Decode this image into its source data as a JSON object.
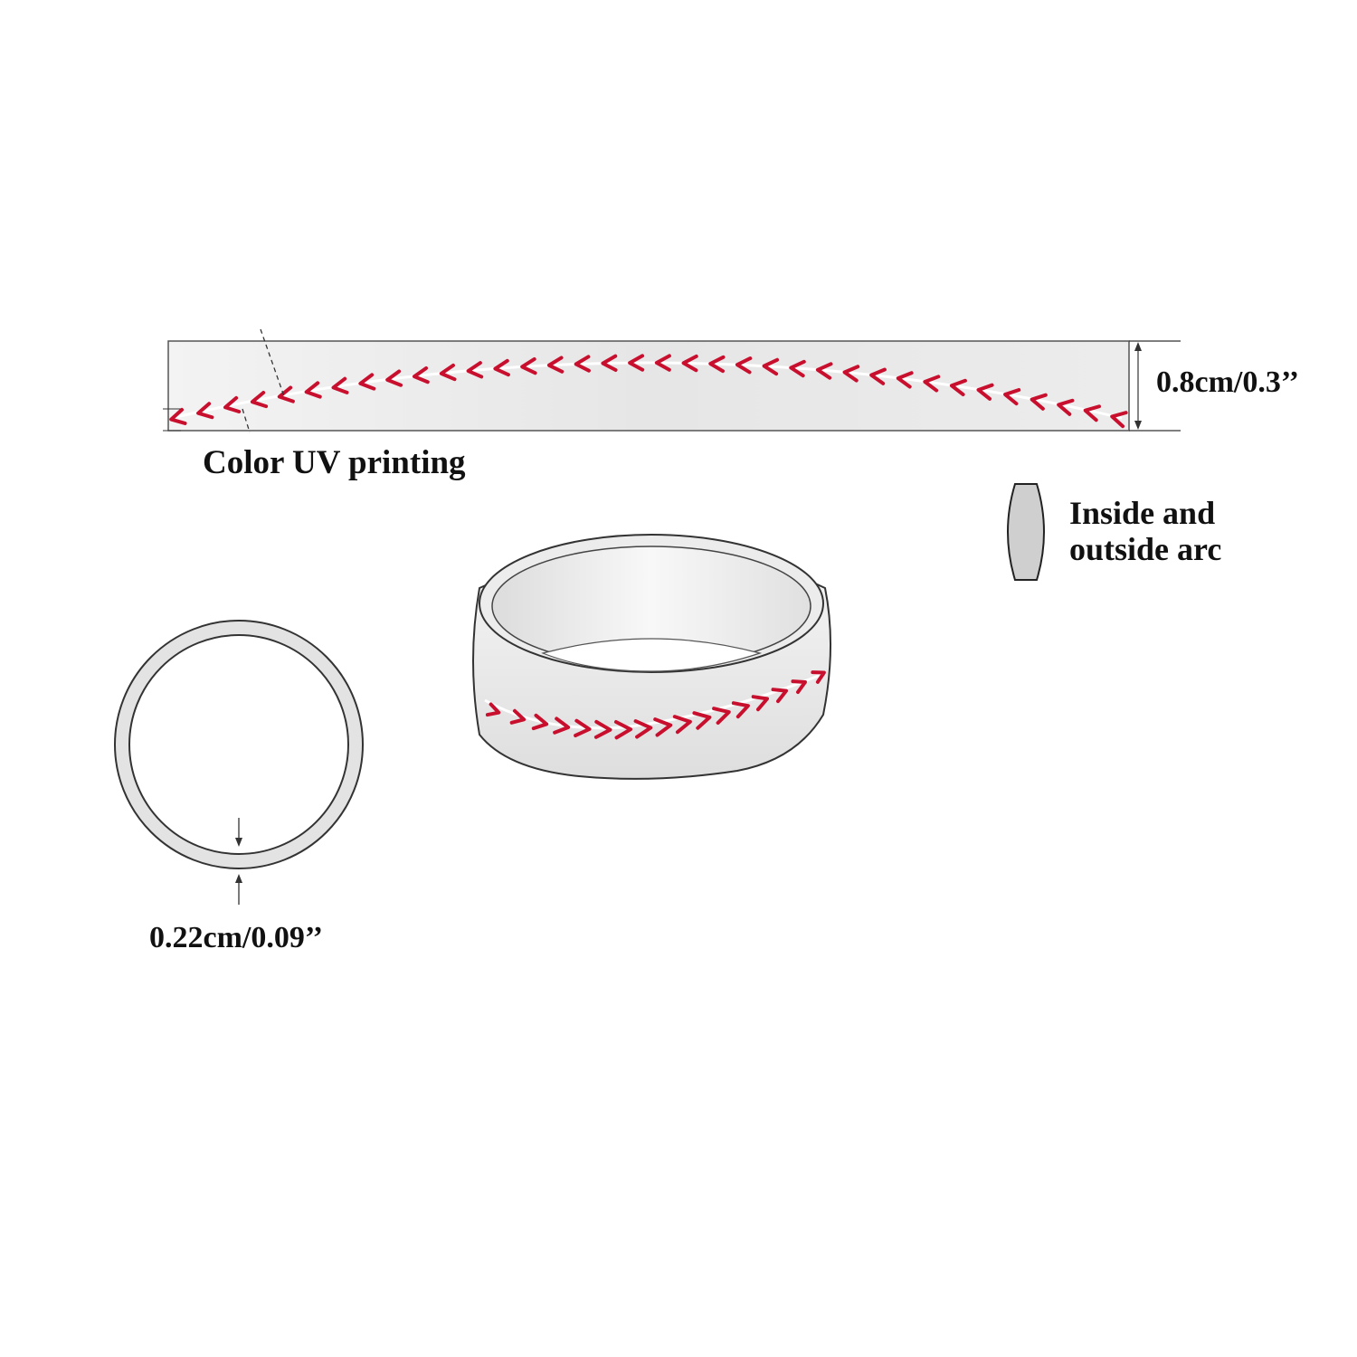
{
  "labels": {
    "width": "0.8cm/0.3’’",
    "uv_printing": "Color UV printing",
    "arc_line1": "Inside and",
    "arc_line2": "outside arc",
    "thickness": "0.22cm/0.09’’"
  },
  "colors": {
    "band": "#e9e9e9",
    "outline": "#333333",
    "stitch": "#c8102e",
    "background": "#ffffff"
  },
  "icons": {
    "stitch_mark": "chevron",
    "dimension_arrow": "arrow"
  }
}
